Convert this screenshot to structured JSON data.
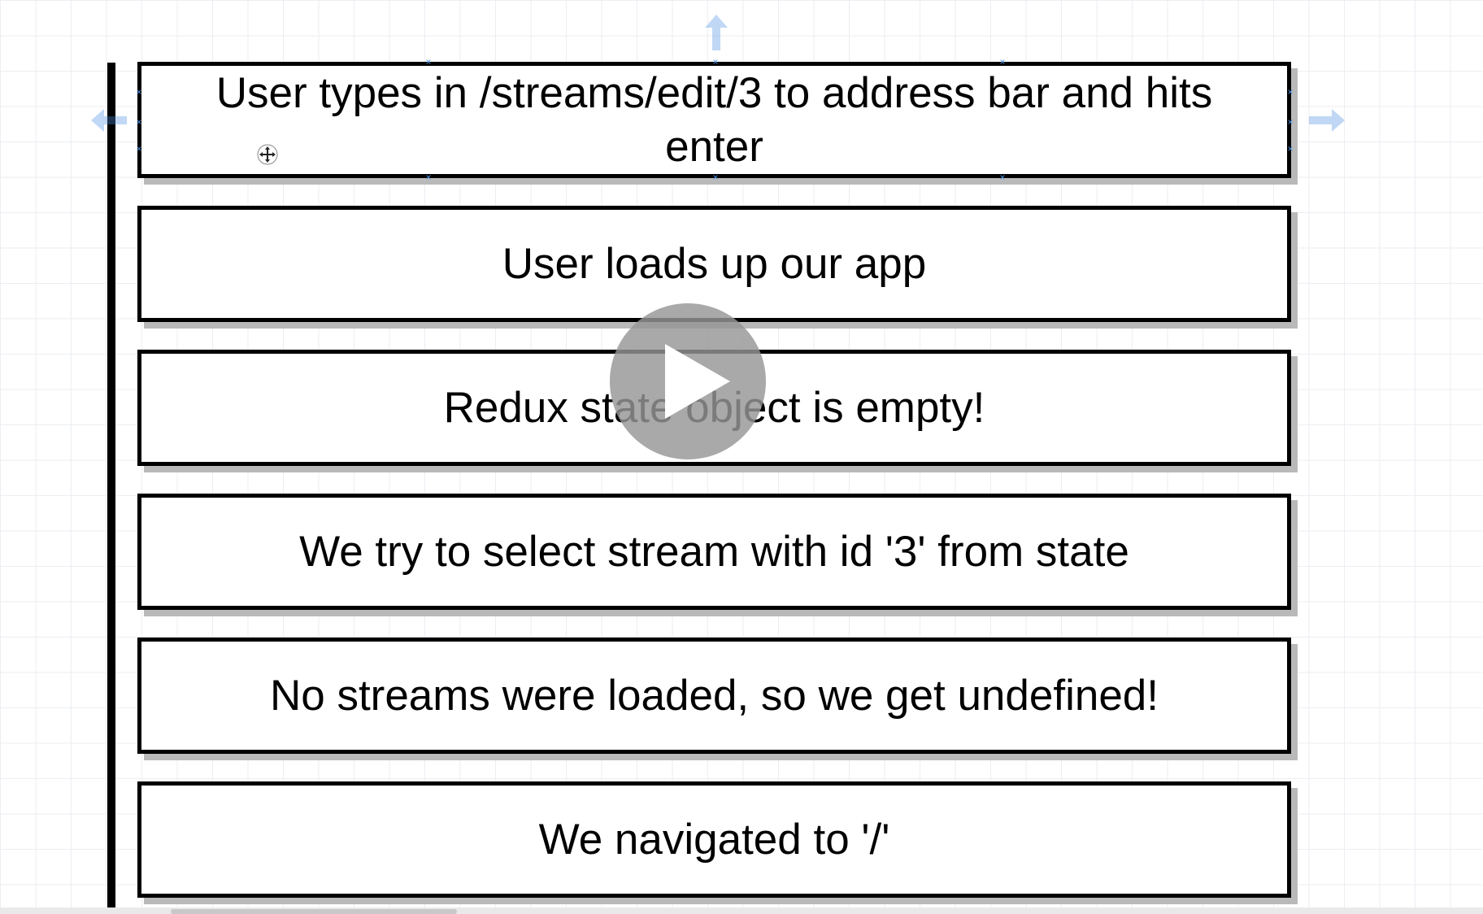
{
  "diagram": {
    "steps": [
      {
        "text": "User types in /streams/edit/3 to address bar and hits enter"
      },
      {
        "text": "User loads up our app"
      },
      {
        "text": "Redux state object is empty!"
      },
      {
        "text": "We try to select stream with id '3' from state"
      },
      {
        "text": "No streams were loaded, so we get undefined!"
      },
      {
        "text": "We navigated to '/'"
      }
    ]
  },
  "colors": {
    "selection_handle": "#4a90e2",
    "box_border": "#000000",
    "box_shadow": "#b9b9b9",
    "play_overlay": "#969696"
  },
  "icons": {
    "play": "play-icon",
    "move": "move-cursor-icon",
    "arrows": [
      "arrow-up-icon",
      "arrow-left-icon",
      "arrow-right-icon"
    ]
  }
}
